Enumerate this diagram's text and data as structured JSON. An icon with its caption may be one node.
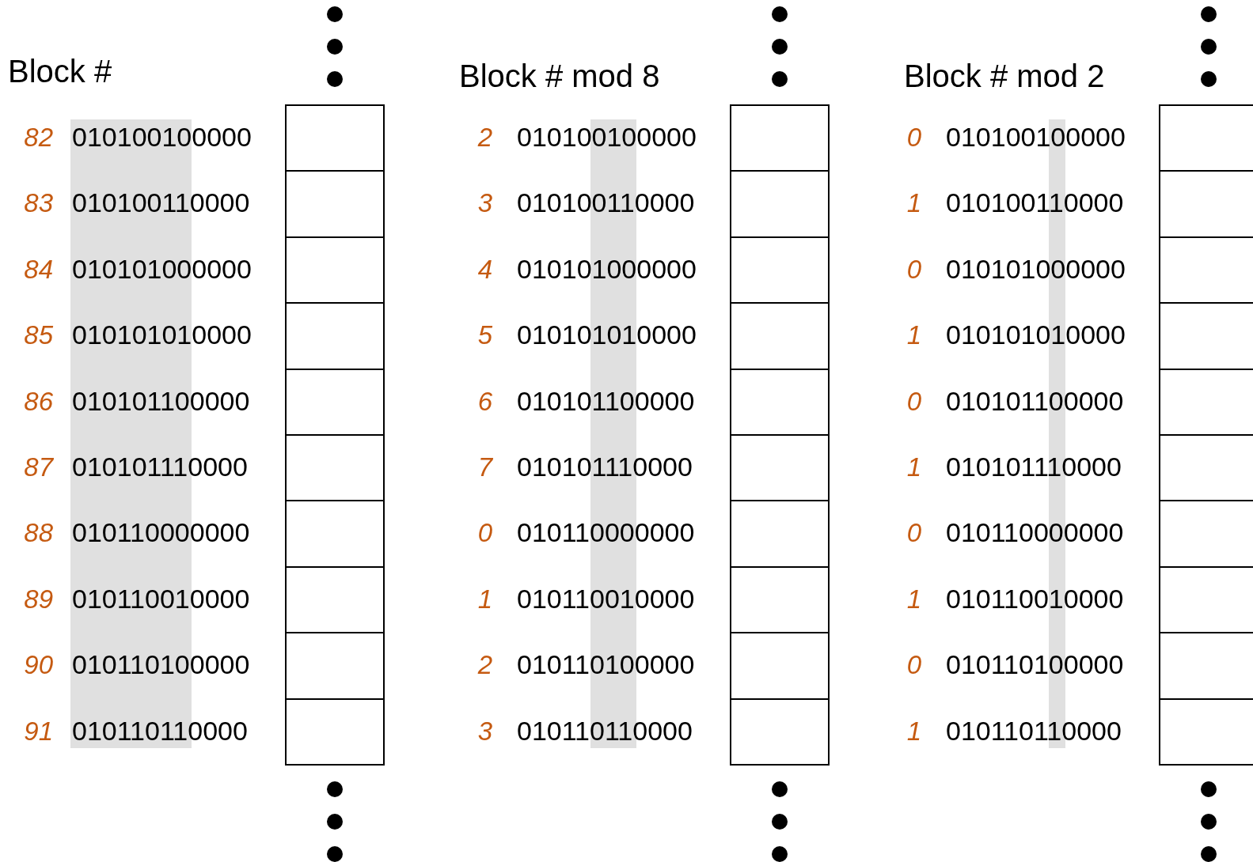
{
  "diagram": {
    "nodes": [
      {
        "text": [],
        "shape": "box"
      },
      {
        "text": [],
        "shape": "box"
      },
      {
        "text": [],
        "shape": "box"
      },
      {
        "text": [],
        "shape": "box"
      },
      {
        "text": [],
        "shape": "box"
      },
      {
        "text": [],
        "shape": "box"
      },
      {
        "text": [],
        "shape": "box"
      },
      {
        "text": [],
        "shape": "box"
      },
      {
        "text": [],
        "shape": "box"
      },
      {
        "text": [],
        "shape": "box"
      },
      {
        "text": [],
        "shape": "box"
      },
      {
        "text": [],
        "shape": "box"
      },
      {
        "text": [],
        "shape": "box"
      },
      {
        "text": [],
        "shape": "box"
      },
      {
        "text": [],
        "shape": "box"
      },
      {
        "text": [],
        "shape": "box"
      },
      {
        "text": [],
        "shape": "box"
      },
      {
        "text": [],
        "shape": "box"
      },
      {
        "text": [],
        "shape": "box"
      },
      {
        "text": [],
        "shape": "box"
      },
      {
        "text": [],
        "shape": "box"
      },
      {
        "text": [],
        "shape": "box"
      },
      {
        "text": [],
        "shape": "box"
      },
      {
        "text": [],
        "shape": "box"
      },
      {
        "text": [],
        "shape": "box"
      },
      {
        "text": [],
        "shape": "box"
      },
      {
        "text": [],
        "shape": "box"
      },
      {
        "text": [],
        "shape": "box"
      },
      {
        "text": [],
        "shape": "box"
      },
      {
        "text": [],
        "shape": "box"
      }
    ],
    "labels": [
      "Block #",
      "Block # mod 8",
      "Block # mod 2",
      "82",
      "010100100000",
      "2",
      "010100100000",
      "0",
      "010100100000",
      "83",
      "010100110000",
      "3",
      "010100110000",
      "1",
      "010100110000",
      "84",
      "010101000000",
      "4",
      "010101000000",
      "0",
      "010101000000",
      "85",
      "010101010000",
      "5",
      "010101010000",
      "1",
      "010101010000",
      "86",
      "010101100000",
      "6",
      "010101100000",
      "0",
      "010101100000",
      "87",
      "010101110000",
      "7",
      "010101110000",
      "1",
      "010101110000",
      "88",
      "010110000000",
      "0",
      "010110000000",
      "0",
      "010110000000",
      "89",
      "010110010000",
      "1",
      "010110010000",
      "1",
      "010110010000",
      "90",
      "010110100000",
      "2",
      "010110100000",
      "0",
      "010110100000",
      "91",
      "010110110000",
      "3",
      "010110110000",
      "1",
      "010110110000"
    ]
  }
}
